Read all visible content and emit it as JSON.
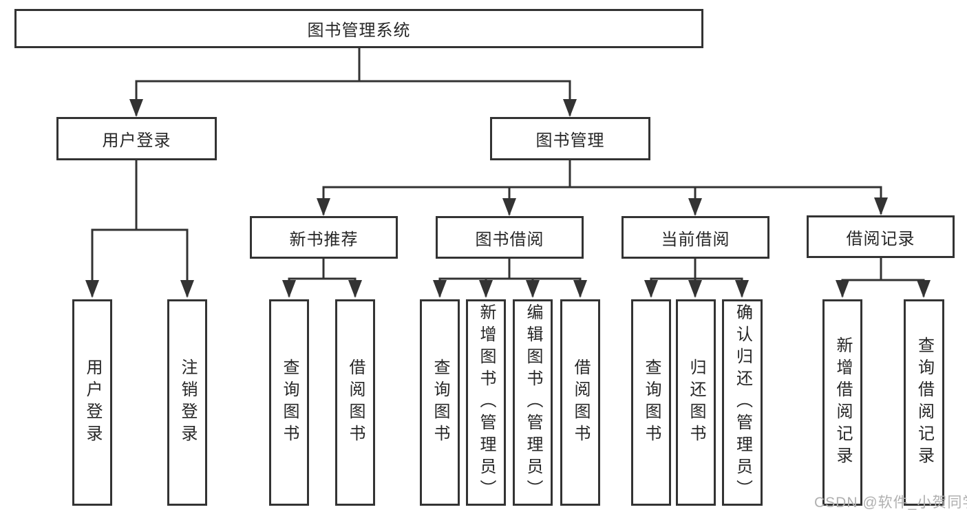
{
  "diagram": {
    "root": {
      "label": "图书管理系统"
    },
    "branches": [
      {
        "label": "用户登录",
        "leaves": [
          {
            "label": "用户登录"
          },
          {
            "label": "注销登录"
          }
        ]
      },
      {
        "label": "图书管理",
        "children": [
          {
            "label": "新书推荐",
            "leaves": [
              {
                "label": "查询图书"
              },
              {
                "label": "借阅图书"
              }
            ]
          },
          {
            "label": "图书借阅",
            "leaves": [
              {
                "label": "查询图书"
              },
              {
                "label": "新增图书（管理员）"
              },
              {
                "label": "编辑图书（管理员）"
              },
              {
                "label": "借阅图书"
              }
            ]
          },
          {
            "label": "当前借阅",
            "leaves": [
              {
                "label": "查询图书"
              },
              {
                "label": "归还图书"
              },
              {
                "label": "确认归还（管理员）"
              }
            ]
          },
          {
            "label": "借阅记录",
            "leaves": [
              {
                "label": "新增借阅记录"
              },
              {
                "label": "查询借阅记录"
              }
            ]
          }
        ]
      }
    ]
  },
  "watermark": "CSDN @软件_小贺同学",
  "colors": {
    "line": "#333333",
    "text": "#262626",
    "box_background": "#ffffff",
    "page_background": "#ffffff",
    "watermark": "#b0b0b0"
  }
}
